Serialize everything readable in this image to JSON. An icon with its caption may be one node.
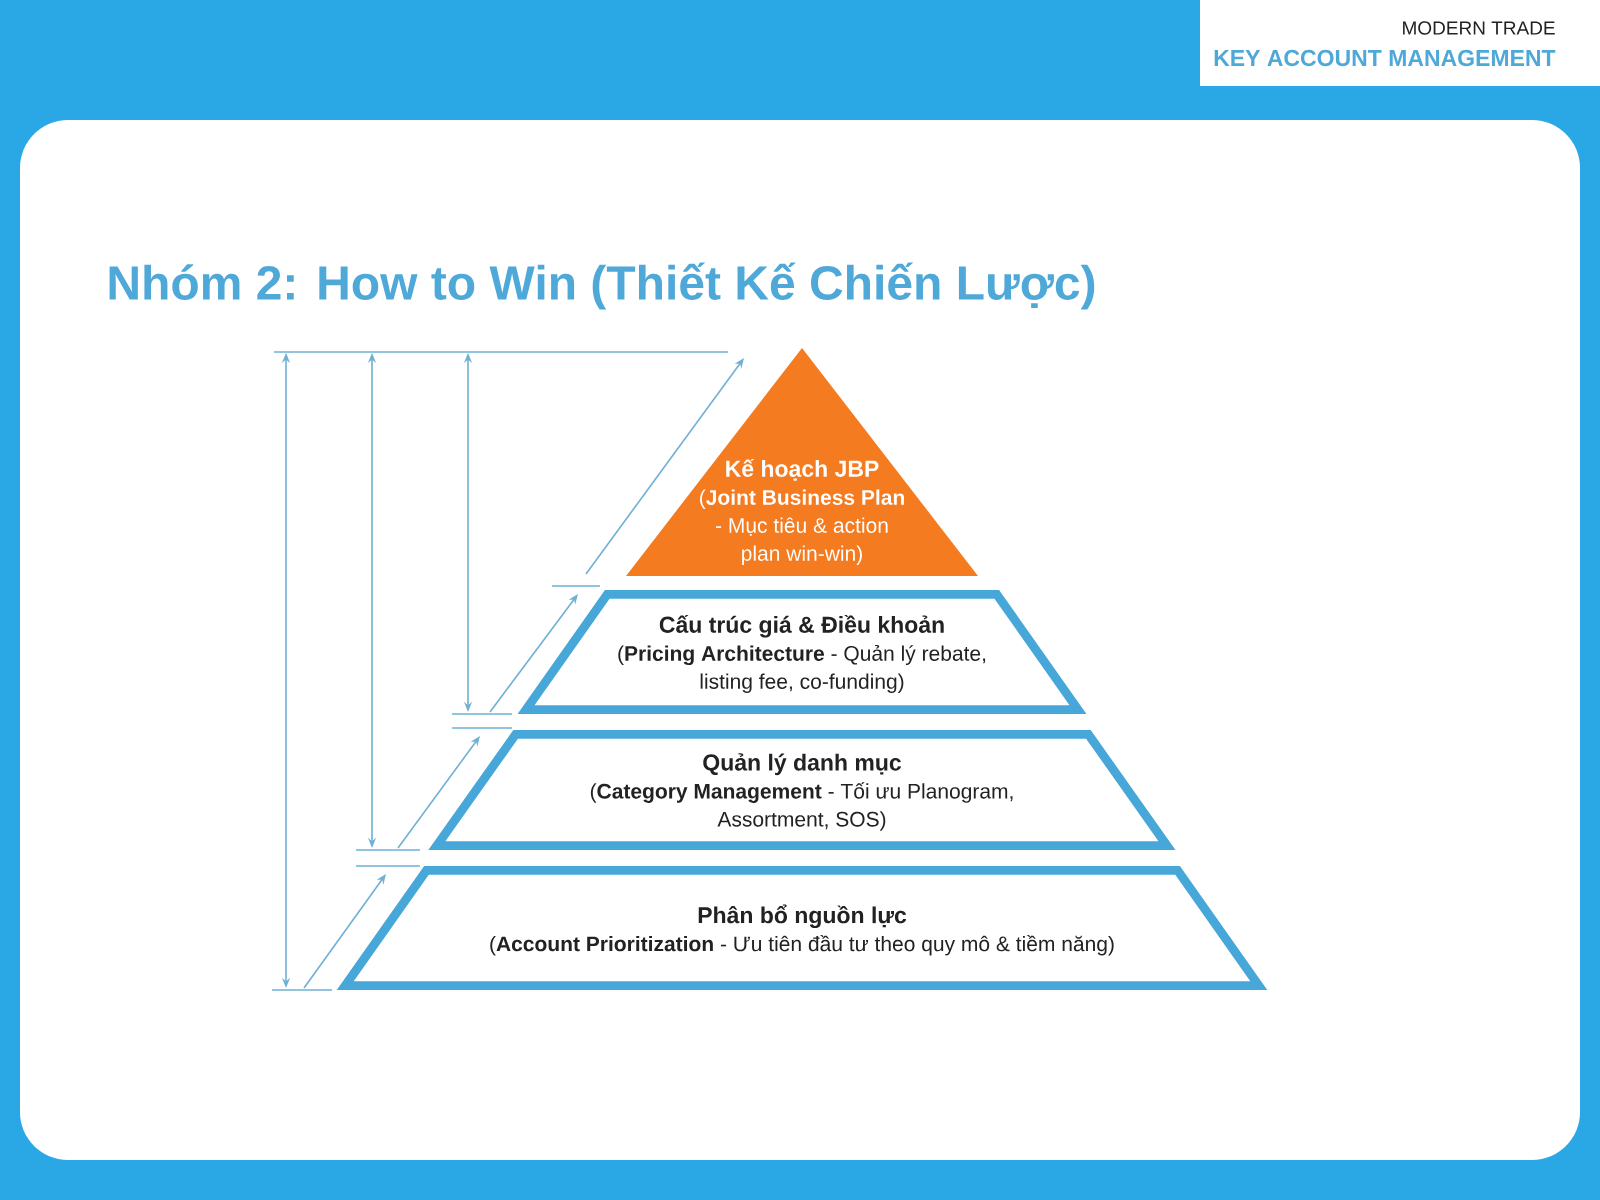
{
  "diagram": {
    "title": "Nhóm 2: How to Win (Thiết Kế Chiến Lược)",
    "nodes": [
      {
        "text": [
          "Kế hoạch JBP",
          "(**Joint Business Plan** - Mục tiêu & action plan win-win)"
        ]
      },
      {
        "text": [
          "Cấu trúc giá & Điều khoản",
          "(**Pricing Architecture** - Quản lý rebate, listing fee, co-funding)"
        ]
      },
      {
        "text": [
          "Quản lý danh mục",
          "(**Category Management** - Tối ưu Planogram, Assortment, SOS)"
        ]
      },
      {
        "text": [
          "Phân bổ nguồn lực",
          "(**Account Prioritization** - Ưu tiên đầu tư theo quy mô & tiềm năng)"
        ]
      }
    ],
    "labels": [
      "MODERN TRADE",
      "KEY ACCOUNT MANAGEMENT"
    ]
  }
}
